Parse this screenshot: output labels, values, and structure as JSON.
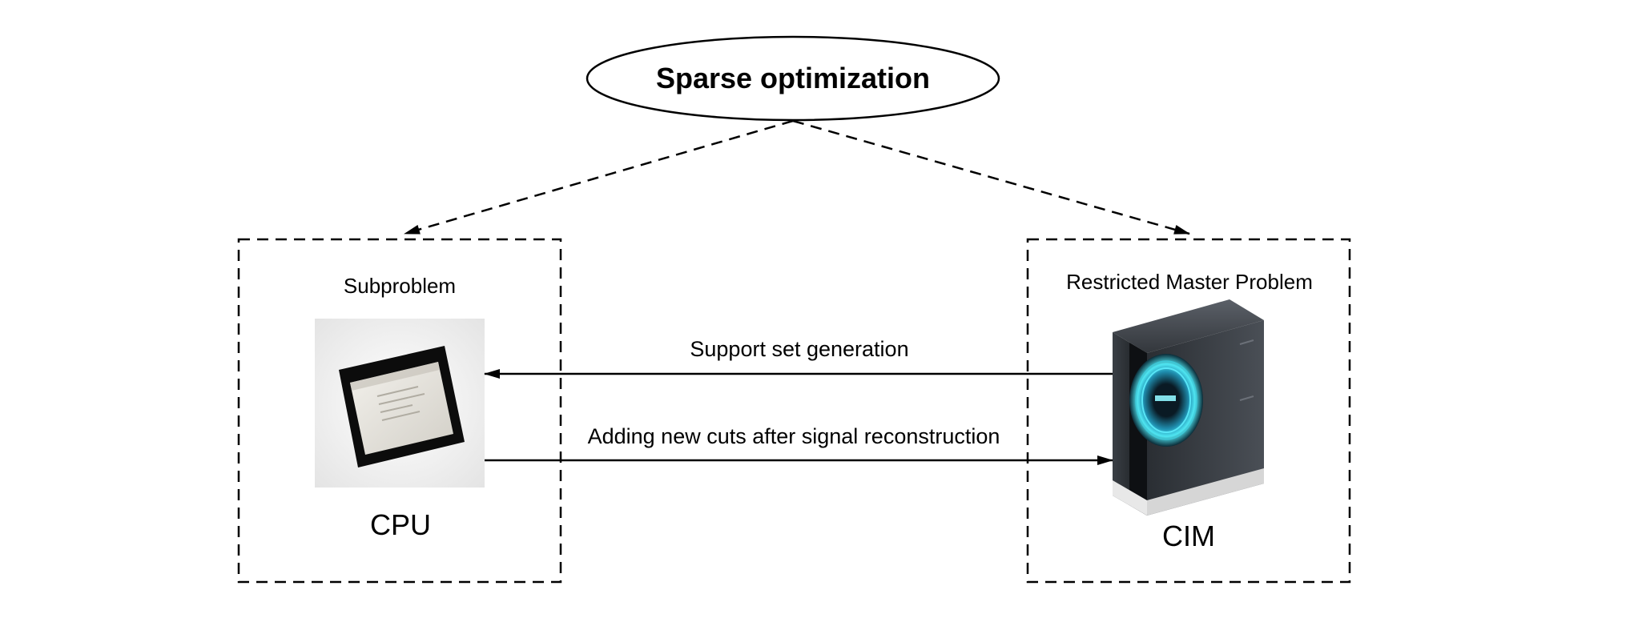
{
  "root": {
    "label": "Sparse optimization"
  },
  "left_panel": {
    "title": "Subproblem",
    "device": "CPU"
  },
  "right_panel": {
    "title": "Restricted Master Problem",
    "device": "CIM"
  },
  "arrows": {
    "top": "Support set generation",
    "bottom": "Adding new cuts after signal reconstruction"
  },
  "colors": {
    "stroke": "#000000",
    "background": "#ffffff",
    "cim_glow": "#3fd7e8"
  }
}
